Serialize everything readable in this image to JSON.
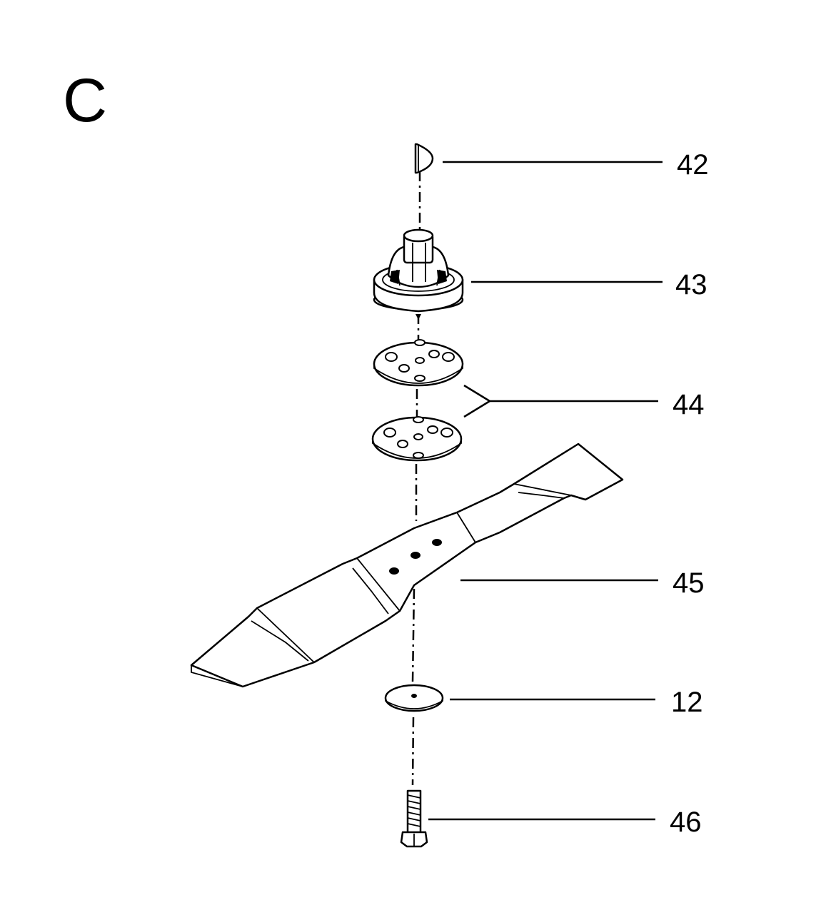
{
  "section": {
    "letter": "C"
  },
  "callouts": [
    {
      "id": "p42",
      "label": "42"
    },
    {
      "id": "p43",
      "label": "43"
    },
    {
      "id": "p44",
      "label": "44"
    },
    {
      "id": "p45",
      "label": "45"
    },
    {
      "id": "p12",
      "label": "12"
    },
    {
      "id": "p46",
      "label": "46"
    }
  ]
}
